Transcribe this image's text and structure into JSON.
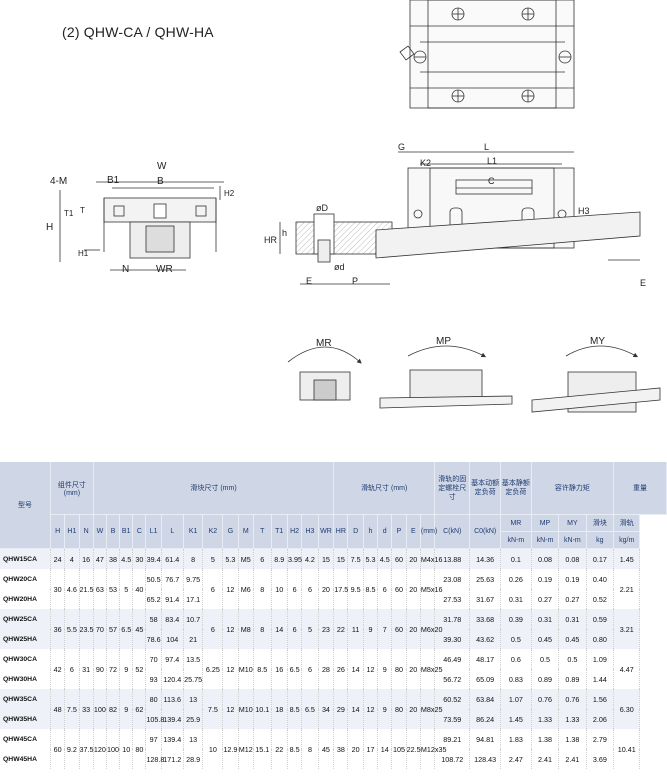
{
  "title": "(2) QHW-CA / QHW-HA",
  "drawing_labels": {
    "fourM": "4-M",
    "W": "W",
    "B1": "B1",
    "B": "B",
    "H2": "H2",
    "T1": "T1",
    "T": "T",
    "H": "H",
    "H1": "H1",
    "N": "N",
    "WR": "WR",
    "D": "øD",
    "h": "h",
    "HR": "HR",
    "d": "ød",
    "E": "E",
    "P": "P",
    "G": "G",
    "K2": "K2",
    "L": "L",
    "L1": "L1",
    "C": "C",
    "H3": "H3",
    "E2": "E",
    "MR": "MR",
    "MP": "MP",
    "MY": "MY"
  },
  "table": {
    "col_model": "型号",
    "group_assembly": "组件尺寸",
    "group_assembly_unit": "(mm)",
    "group_block": "滑块尺寸 (mm)",
    "group_rail": "滑轨尺寸 (mm)",
    "group_bolt": "滑轨的固定螺栓尺寸",
    "group_dyn": "基本动额定负荷",
    "group_static": "基本静额定负荷",
    "group_moment": "容许静力矩",
    "group_weight": "重量",
    "sub_headers": [
      "H",
      "H1",
      "N",
      "W",
      "B",
      "B1",
      "C",
      "L1",
      "L",
      "K1",
      "K2",
      "G",
      "M",
      "T",
      "T1",
      "H2",
      "H3",
      "WR",
      "HR",
      "D",
      "h",
      "d",
      "P",
      "E",
      "(mm)",
      "C(kN)",
      "C0(kN)",
      "MR",
      "MP",
      "MY",
      "滑块",
      "滑轨"
    ],
    "unit_row": [
      "kN-m",
      "kN-m",
      "kN-m",
      "kg",
      "kg/m"
    ],
    "rows": [
      {
        "model": "QHW15CA",
        "H": "24",
        "H1": "4",
        "N": "16",
        "W": "47",
        "B": "38",
        "B1": "4.5",
        "C": "30",
        "L1": "39.4",
        "L": "61.4",
        "K1": "8",
        "K2": "5",
        "G": "5.3",
        "M": "M5",
        "T": "6",
        "T1": "8.9",
        "H2": "3.95",
        "H3": "4.2",
        "WR": "15",
        "HR": "15",
        "D": "7.5",
        "h": "5.3",
        "d": "4.5",
        "P": "60",
        "E": "20",
        "bolt": "M4x16",
        "C_kN": "13.88",
        "C0": "14.36",
        "MR": "0.1",
        "MP": "0.08",
        "MY": "0.08",
        "w_block": "0.17",
        "w_rail": "1.45"
      },
      {
        "model": "QHW20CA",
        "H": "30",
        "H1": "4.6",
        "N": "21.5",
        "W": "63",
        "B": "53",
        "B1": "5",
        "C": "40",
        "L1": "50.5",
        "L": "76.7",
        "K1": "9.75",
        "K2": "6",
        "G": "12",
        "M": "M6",
        "T": "8",
        "T1": "10",
        "H2": "6",
        "H3": "6",
        "WR": "20",
        "HR": "17.5",
        "D": "9.5",
        "h": "8.5",
        "d": "6",
        "P": "60",
        "E": "20",
        "bolt": "M5x16",
        "C_kN": "23.08",
        "C0": "25.63",
        "MR": "0.26",
        "MP": "0.19",
        "MY": "0.19",
        "w_block": "0.40",
        "w_rail": "2.21"
      },
      {
        "model": "QHW20HA",
        "L1": "65.2",
        "L": "91.4",
        "K1": "17.1",
        "C_kN": "27.53",
        "C0": "31.67",
        "MR": "0.31",
        "MP": "0.27",
        "MY": "0.27",
        "w_block": "0.52"
      },
      {
        "model": "QHW25CA",
        "H": "36",
        "H1": "5.5",
        "N": "23.5",
        "W": "70",
        "B": "57",
        "B1": "6.5",
        "C": "45",
        "L1": "58",
        "L": "83.4",
        "K1": "10.7",
        "K2": "6",
        "G": "12",
        "M": "M8",
        "T": "8",
        "T1": "14",
        "H2": "6",
        "H3": "5",
        "WR": "23",
        "HR": "22",
        "D": "11",
        "h": "9",
        "d": "7",
        "P": "60",
        "E": "20",
        "bolt": "M6x20",
        "C_kN": "31.78",
        "C0": "33.68",
        "MR": "0.39",
        "MP": "0.31",
        "MY": "0.31",
        "w_block": "0.59",
        "w_rail": "3.21"
      },
      {
        "model": "QHW25HA",
        "L1": "78.6",
        "L": "104",
        "K1": "21",
        "C_kN": "39.30",
        "C0": "43.62",
        "MR": "0.5",
        "MP": "0.45",
        "MY": "0.45",
        "w_block": "0.80"
      },
      {
        "model": "QHW30CA",
        "H": "42",
        "H1": "6",
        "N": "31",
        "W": "90",
        "B": "72",
        "B1": "9",
        "C": "52",
        "L1": "70",
        "L": "97.4",
        "K1": "13.5",
        "K2": "6.25",
        "G": "12",
        "M": "M10",
        "T": "8.5",
        "T1": "16",
        "H2": "6.5",
        "H3": "6",
        "WR": "28",
        "HR": "26",
        "D": "14",
        "h": "12",
        "d": "9",
        "P": "80",
        "E": "20",
        "bolt": "M8x25",
        "C_kN": "46.49",
        "C0": "48.17",
        "MR": "0.6",
        "MP": "0.5",
        "MY": "0.5",
        "w_block": "1.09",
        "w_rail": "4.47"
      },
      {
        "model": "QHW30HA",
        "L1": "93",
        "L": "120.4",
        "K1": "25.75",
        "C_kN": "56.72",
        "C0": "65.09",
        "MR": "0.83",
        "MP": "0.89",
        "MY": "0.89",
        "w_block": "1.44"
      },
      {
        "model": "QHW35CA",
        "H": "48",
        "H1": "7.5",
        "N": "33",
        "W": "100",
        "B": "82",
        "B1": "9",
        "C": "62",
        "L1": "80",
        "L": "113.6",
        "K1": "13",
        "K2": "7.5",
        "G": "12",
        "M": "M10",
        "T": "10.1",
        "T1": "18",
        "H2": "8.5",
        "H3": "6.5",
        "WR": "34",
        "HR": "29",
        "D": "14",
        "h": "12",
        "d": "9",
        "P": "80",
        "E": "20",
        "bolt": "M8x25",
        "C_kN": "60.52",
        "C0": "63.84",
        "MR": "1.07",
        "MP": "0.76",
        "MY": "0.76",
        "w_block": "1.56",
        "w_rail": "6.30"
      },
      {
        "model": "QHW35HA",
        "L1": "105.8",
        "L": "139.4",
        "K1": "25.9",
        "C_kN": "73.59",
        "C0": "86.24",
        "MR": "1.45",
        "MP": "1.33",
        "MY": "1.33",
        "w_block": "2.06"
      },
      {
        "model": "QHW45CA",
        "H": "60",
        "H1": "9.2",
        "N": "37.5",
        "W": "120",
        "B": "100",
        "B1": "10",
        "C": "80",
        "L1": "97",
        "L": "139.4",
        "K1": "13",
        "K2": "10",
        "G": "12.9",
        "M": "M12",
        "T": "15.1",
        "T1": "22",
        "H2": "8.5",
        "H3": "8",
        "WR": "45",
        "HR": "38",
        "D": "20",
        "h": "17",
        "d": "14",
        "P": "105",
        "E": "22.5",
        "bolt": "M12x35",
        "C_kN": "89.21",
        "C0": "94.81",
        "MR": "1.83",
        "MP": "1.38",
        "MY": "1.38",
        "w_block": "2.79",
        "w_rail": "10.41"
      },
      {
        "model": "QHW45HA",
        "L1": "128.8",
        "L": "171.2",
        "K1": "28.9",
        "C_kN": "108.72",
        "C0": "128.43",
        "MR": "2.47",
        "MP": "2.41",
        "MY": "2.41",
        "w_block": "3.69"
      }
    ]
  }
}
